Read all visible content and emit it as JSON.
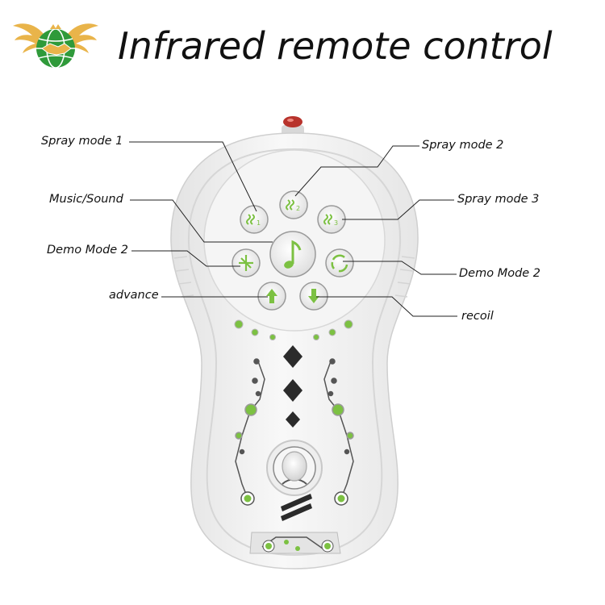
{
  "title": "Infrared remote control",
  "logo": {
    "icon": "eagle-globe-handshake-logo",
    "colors": [
      "#e9b44a",
      "#2f9a3a",
      "#ffffff"
    ]
  },
  "labels": {
    "spray_mode_1": "Spray mode 1",
    "spray_mode_2": "Spray mode 2",
    "spray_mode_3": "Spray mode 3",
    "music_sound": "Music/Sound",
    "demo_mode_left": "Demo Mode 2",
    "demo_mode_right": "Demo Mode 2",
    "advance": "advance",
    "recoil": "recoil"
  },
  "buttons": [
    {
      "name": "spray-mode-1-button",
      "icon": "spray-1-icon"
    },
    {
      "name": "spray-mode-2-button",
      "icon": "spray-2-icon"
    },
    {
      "name": "spray-mode-3-button",
      "icon": "spray-3-icon"
    },
    {
      "name": "music-sound-button",
      "icon": "music-note-icon"
    },
    {
      "name": "demo-mode-left-button",
      "icon": "demo-star-icon"
    },
    {
      "name": "demo-mode-right-button",
      "icon": "recycle-icon"
    },
    {
      "name": "advance-button",
      "icon": "arrow-up-icon"
    },
    {
      "name": "recoil-button",
      "icon": "arrow-down-icon"
    }
  ],
  "colors": {
    "accent": "#7cc142",
    "shell": "#f1f1f1",
    "outline": "#cfcfcf",
    "text": "#111111",
    "ir_led": "#b8332c"
  }
}
